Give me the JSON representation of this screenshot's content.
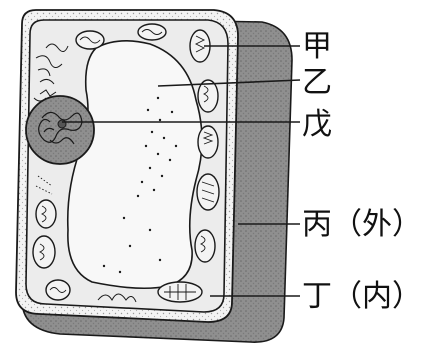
{
  "labels": {
    "jia": "甲",
    "yi": "乙",
    "wu": "戊",
    "bing": "丙（外）",
    "ding": "丁（内）"
  },
  "colors": {
    "outline": "#1a1a1a",
    "wall_shadow": "#8c8c8c",
    "cytoplasm": "#e9e9e9",
    "vacuole": "#f7f7f7",
    "nucleus": "#8a8a8a"
  }
}
